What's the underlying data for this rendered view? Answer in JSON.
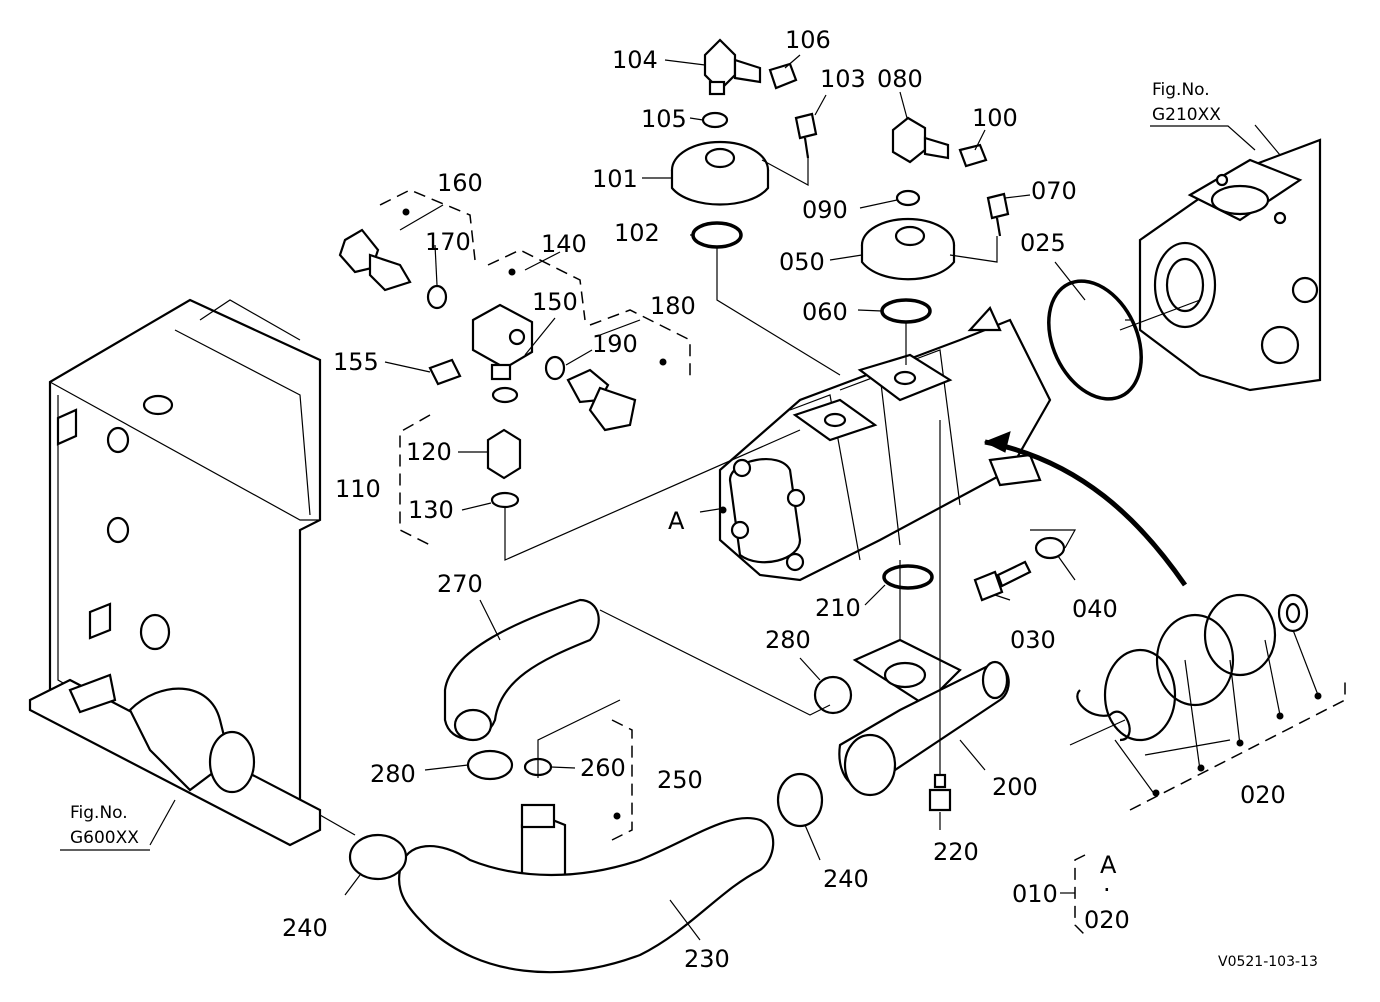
{
  "callouts": {
    "p104": "104",
    "p106": "106",
    "p103": "103",
    "p080": "080",
    "p100": "100",
    "p105": "105",
    "p101": "101",
    "p102": "102",
    "p090": "090",
    "p070": "070",
    "p050": "050",
    "p025": "025",
    "p060": "060",
    "p160": "160",
    "p170": "170",
    "p140": "140",
    "p150": "150",
    "p180": "180",
    "p155": "155",
    "p190": "190",
    "p120": "120",
    "p110": "110",
    "p130": "130",
    "pA": "A",
    "p030": "030",
    "p040": "040",
    "p270": "270",
    "p210": "210",
    "p280a": "280",
    "p280b": "280",
    "p260": "260",
    "p250": "250",
    "p200": "200",
    "p020": "020",
    "p240a": "240",
    "p240b": "240",
    "p220": "220",
    "p230": "230",
    "p010": "010",
    "range_top": "A",
    "range_dot": "·",
    "range_bottom": "020"
  },
  "references": {
    "fig_label": "Fig.No.",
    "ref_top_right": "G210XX",
    "ref_bottom_left": "G600XX"
  },
  "drawing_code": "V0521-103-13"
}
